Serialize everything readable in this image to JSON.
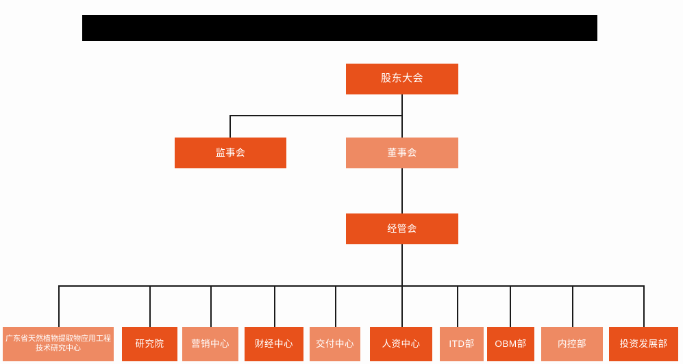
{
  "banner": {
    "name": "redacted-title-banner",
    "color": "#000000",
    "label": ""
  },
  "theme": {
    "background": "#fdfdfd",
    "accent_dark": "#e8511b",
    "accent_light": "#ee8a63",
    "connector": "#1a1a1a",
    "node_text": "#ffffff"
  },
  "chart_data": {
    "type": "diagram",
    "title": "",
    "levels": [
      {
        "level": 1,
        "nodes": [
          {
            "id": "shareholders",
            "label": "股东大会",
            "shade": "dark"
          }
        ]
      },
      {
        "level": 2,
        "nodes": [
          {
            "id": "supervisors",
            "label": "监事会",
            "shade": "dark"
          },
          {
            "id": "directors",
            "label": "董事会",
            "shade": "light"
          }
        ]
      },
      {
        "level": 3,
        "nodes": [
          {
            "id": "management",
            "label": "经管会",
            "shade": "dark"
          }
        ]
      },
      {
        "level": 4,
        "nodes": [
          {
            "id": "research-center",
            "label": "广东省天然植物提取物应用工程技术研究中心",
            "shade": "light"
          },
          {
            "id": "institute",
            "label": "研究院",
            "shade": "dark"
          },
          {
            "id": "marketing",
            "label": "营销中心",
            "shade": "light"
          },
          {
            "id": "finance",
            "label": "财经中心",
            "shade": "dark"
          },
          {
            "id": "delivery",
            "label": "交付中心",
            "shade": "light"
          },
          {
            "id": "hr",
            "label": "人资中心",
            "shade": "dark"
          },
          {
            "id": "itd",
            "label": "ITD部",
            "shade": "light"
          },
          {
            "id": "obm",
            "label": "OBM部",
            "shade": "dark"
          },
          {
            "id": "internal-control",
            "label": "内控部",
            "shade": "light"
          },
          {
            "id": "investment",
            "label": "投资发展部",
            "shade": "dark"
          }
        ]
      }
    ],
    "edges": [
      {
        "from": "shareholders",
        "to": "supervisors"
      },
      {
        "from": "shareholders",
        "to": "directors"
      },
      {
        "from": "directors",
        "to": "management"
      },
      {
        "from": "management",
        "to": "research-center"
      },
      {
        "from": "management",
        "to": "institute"
      },
      {
        "from": "management",
        "to": "marketing"
      },
      {
        "from": "management",
        "to": "finance"
      },
      {
        "from": "management",
        "to": "delivery"
      },
      {
        "from": "management",
        "to": "hr"
      },
      {
        "from": "management",
        "to": "itd"
      },
      {
        "from": "management",
        "to": "obm"
      },
      {
        "from": "management",
        "to": "internal-control"
      },
      {
        "from": "management",
        "to": "investment"
      }
    ]
  }
}
